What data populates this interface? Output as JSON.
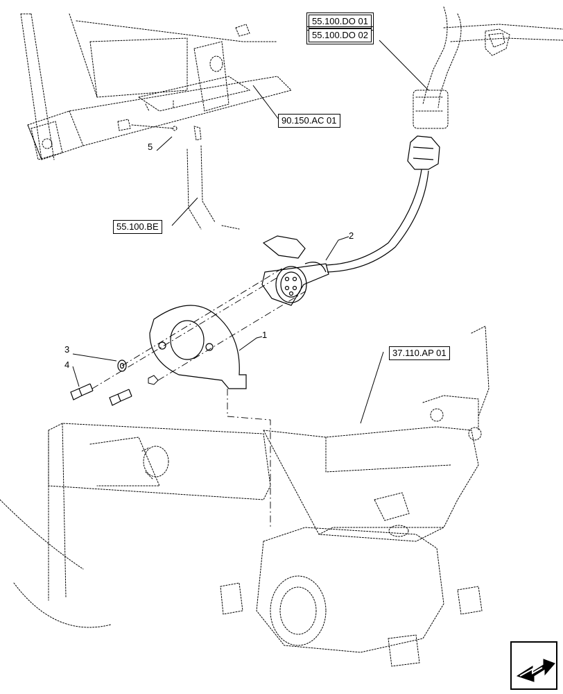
{
  "references": {
    "ref_55_100_do_01": "55.100.DO 01",
    "ref_55_100_do_02": "55.100.DO 02",
    "ref_90_150_ac_01": "90.150.AC 01",
    "ref_55_100_be": "55.100.BE",
    "ref_37_110_ap_01": "37.110.AP 01"
  },
  "callouts": {
    "item_1": "1",
    "item_2": "2",
    "item_3": "3",
    "item_4": "4",
    "item_5": "5"
  },
  "navigation": {
    "next_page_icon": "forward-arrow-icon"
  }
}
